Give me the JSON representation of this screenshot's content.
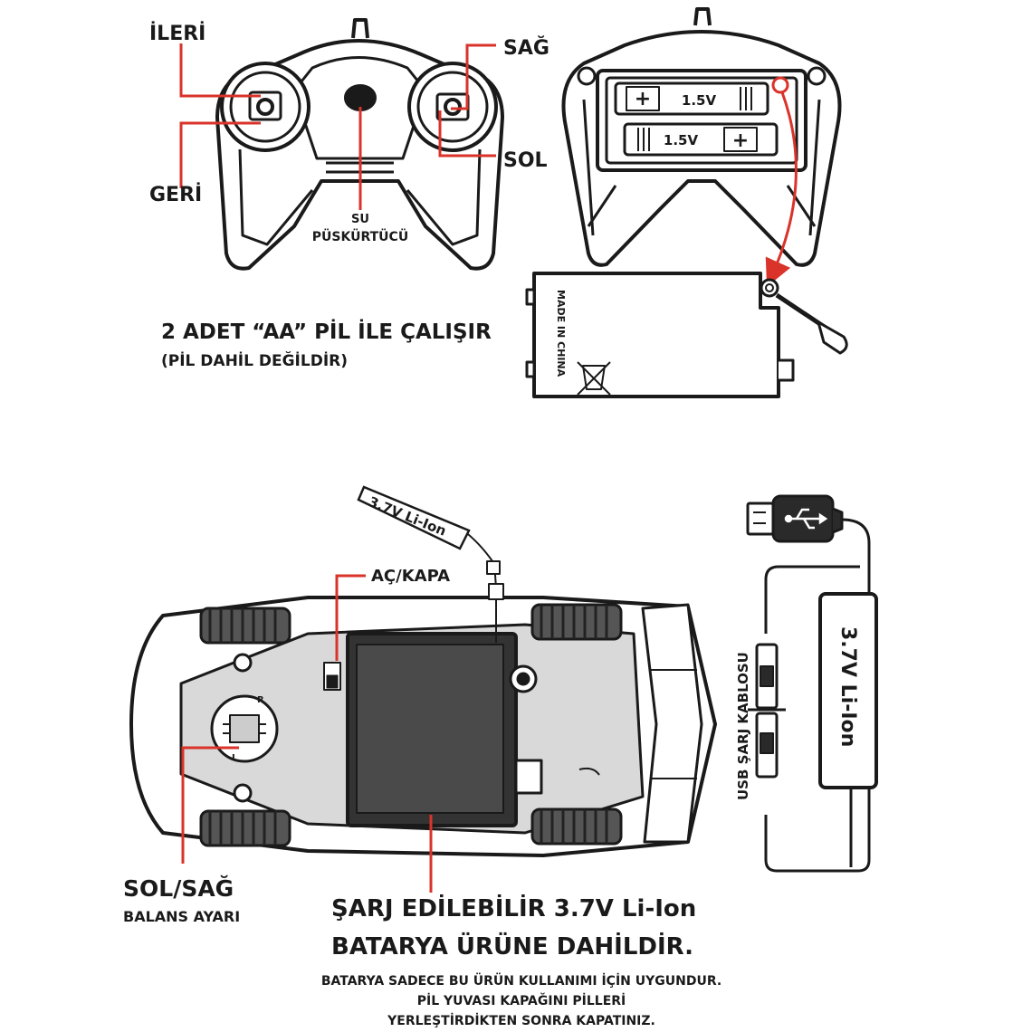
{
  "colors": {
    "ink": "#1a1a1a",
    "accent_red": "#d9332a",
    "panel_gray": "#d9d9d9"
  },
  "controller": {
    "forward_label": "İLERİ",
    "back_label": "GERİ",
    "right_label": "SAĞ",
    "left_label": "SOL",
    "sprayer_label_line1": "SU",
    "sprayer_label_line2": "PÜSKÜRTÜCÜ"
  },
  "battery_compartment": {
    "cell_top_voltage": "1.5V",
    "cell_bottom_voltage": "1.5V",
    "plus_symbol": "+",
    "cover_text": "MADE IN CHINA"
  },
  "notes": {
    "aa_line1": "2 ADET “AA” PİL İLE ÇALIŞIR",
    "aa_line2": "(PİL DAHİL DEĞİLDİR)",
    "balance_line1": "SOL/SAĞ",
    "balance_line2": "BALANS AYARI",
    "charge_line1": "ŞARJ EDİLEBİLİR 3.7V Li-Ion",
    "charge_line2": "BATARYA ÜRÜNE DAHİLDİR.",
    "small_line1": "BATARYA SADECE BU ÜRÜN KULLANIMI İÇİN UYGUNDUR.",
    "small_line2": "PİL YUVASI KAPAĞINI PİLLERİ",
    "small_line3": "YERLEŞTİRDİKTEN SONRA KAPATINIZ."
  },
  "car": {
    "switch_label": "AÇ/KAPA",
    "tag_label": "3.7V Li-Ion",
    "dial_left": "L",
    "dial_right": "R"
  },
  "usb": {
    "cable_label": "USB ŞARJ KABLOSU",
    "battery_label": "3.7V Li-Ion"
  }
}
